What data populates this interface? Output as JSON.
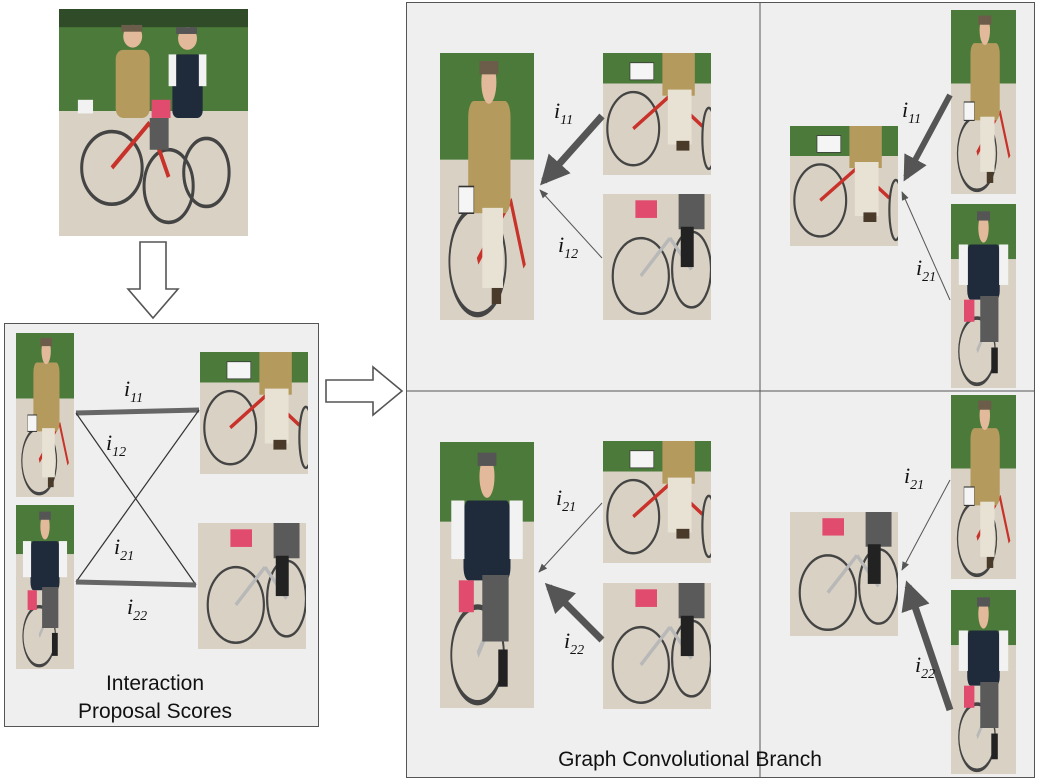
{
  "left_panel": {
    "caption_line1": "Interaction",
    "caption_line2": "Proposal Scores",
    "labels": [
      {
        "base": "i",
        "sub": "11"
      },
      {
        "base": "i",
        "sub": "12"
      },
      {
        "base": "i",
        "sub": "21"
      },
      {
        "base": "i",
        "sub": "22"
      }
    ]
  },
  "graph_panel": {
    "caption": "Graph Convolutional Branch",
    "cells": [
      {
        "labels": [
          {
            "base": "i",
            "sub": "11"
          },
          {
            "base": "i",
            "sub": "12"
          }
        ]
      },
      {
        "labels": [
          {
            "base": "i",
            "sub": "11"
          },
          {
            "base": "i",
            "sub": "21"
          }
        ]
      },
      {
        "labels": [
          {
            "base": "i",
            "sub": "21"
          },
          {
            "base": "i",
            "sub": "22"
          }
        ]
      },
      {
        "labels": [
          {
            "base": "i",
            "sub": "21"
          },
          {
            "base": "i",
            "sub": "22"
          }
        ]
      }
    ]
  },
  "colors": {
    "panel_bg": "#efefef",
    "grass": "#4c7a3a",
    "path": "#d9d2c4",
    "jacket": "#b59a5e",
    "vest": "#1f2a3a",
    "bike_red": "#c8322a",
    "number_plate": "#e04b6e",
    "arrow": "#555555"
  }
}
